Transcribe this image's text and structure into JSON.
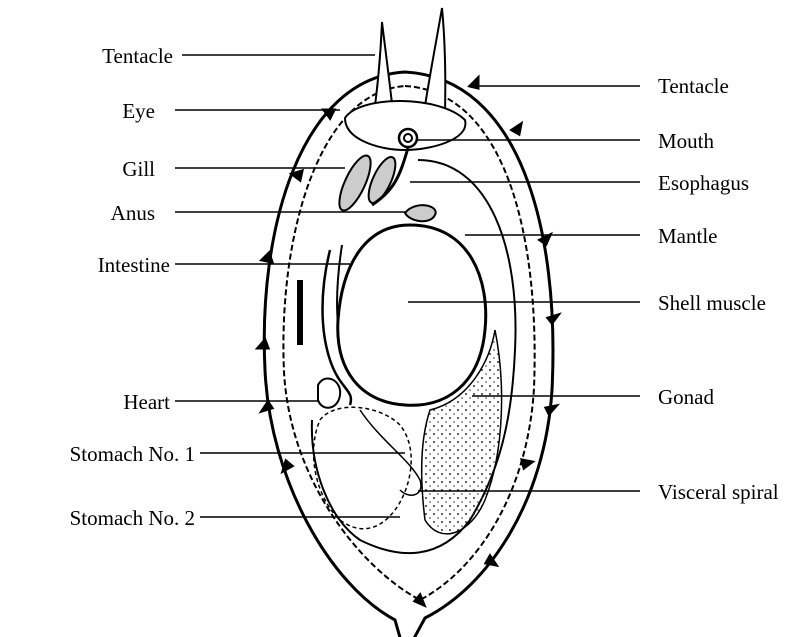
{
  "labels_left": [
    {
      "id": "tentacle-left",
      "text": "Tentacle"
    },
    {
      "id": "eye",
      "text": "Eye"
    },
    {
      "id": "gill",
      "text": "Gill"
    },
    {
      "id": "anus",
      "text": "Anus"
    },
    {
      "id": "intestine",
      "text": "Intestine"
    },
    {
      "id": "heart",
      "text": "Heart"
    },
    {
      "id": "stomach-1",
      "text": "Stomach No. 1"
    },
    {
      "id": "stomach-2",
      "text": "Stomach No. 2"
    }
  ],
  "labels_right": [
    {
      "id": "tentacle-right",
      "text": "Tentacle"
    },
    {
      "id": "mouth",
      "text": "Mouth"
    },
    {
      "id": "esophagus",
      "text": "Esophagus"
    },
    {
      "id": "mantle",
      "text": "Mantle"
    },
    {
      "id": "shell-muscle",
      "text": "Shell muscle"
    },
    {
      "id": "gonad",
      "text": "Gonad"
    },
    {
      "id": "visceral-spiral",
      "text": "Visceral spiral"
    }
  ]
}
